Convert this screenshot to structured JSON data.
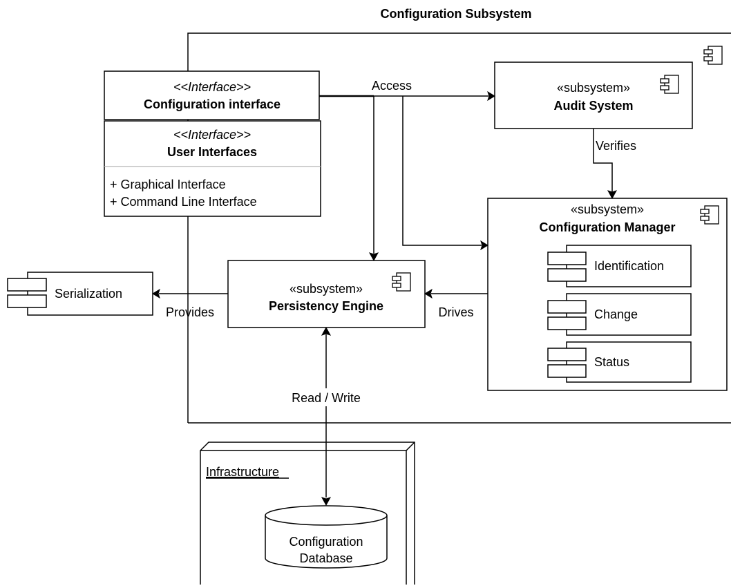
{
  "subsystem": {
    "title": "Configuration Subsystem"
  },
  "interfaces": {
    "config_stereotype": "<<Interface>>",
    "config_name": "Configuration interface",
    "user_stereotype": "<<Interface>>",
    "user_name": "User Interfaces",
    "user_items": [
      "+ Graphical Interface",
      "+ Command Line Interface"
    ]
  },
  "audit": {
    "stereotype": "«subsystem»",
    "name": "Audit System"
  },
  "manager": {
    "stereotype": "«subsystem»",
    "name": "Configuration Manager",
    "components": [
      "Identification",
      "Change",
      "Status"
    ]
  },
  "persistency": {
    "stereotype": "«subsystem»",
    "name": "Persistency Engine"
  },
  "serialization": {
    "name": "Serialization"
  },
  "infrastructure": {
    "name": "Infrastructure",
    "database_line1": "Configuration",
    "database_line2": "Database"
  },
  "edges": {
    "access": "Access",
    "verifies": "Verifies",
    "drives": "Drives",
    "provides": "Provides",
    "read_write": "Read / Write"
  }
}
